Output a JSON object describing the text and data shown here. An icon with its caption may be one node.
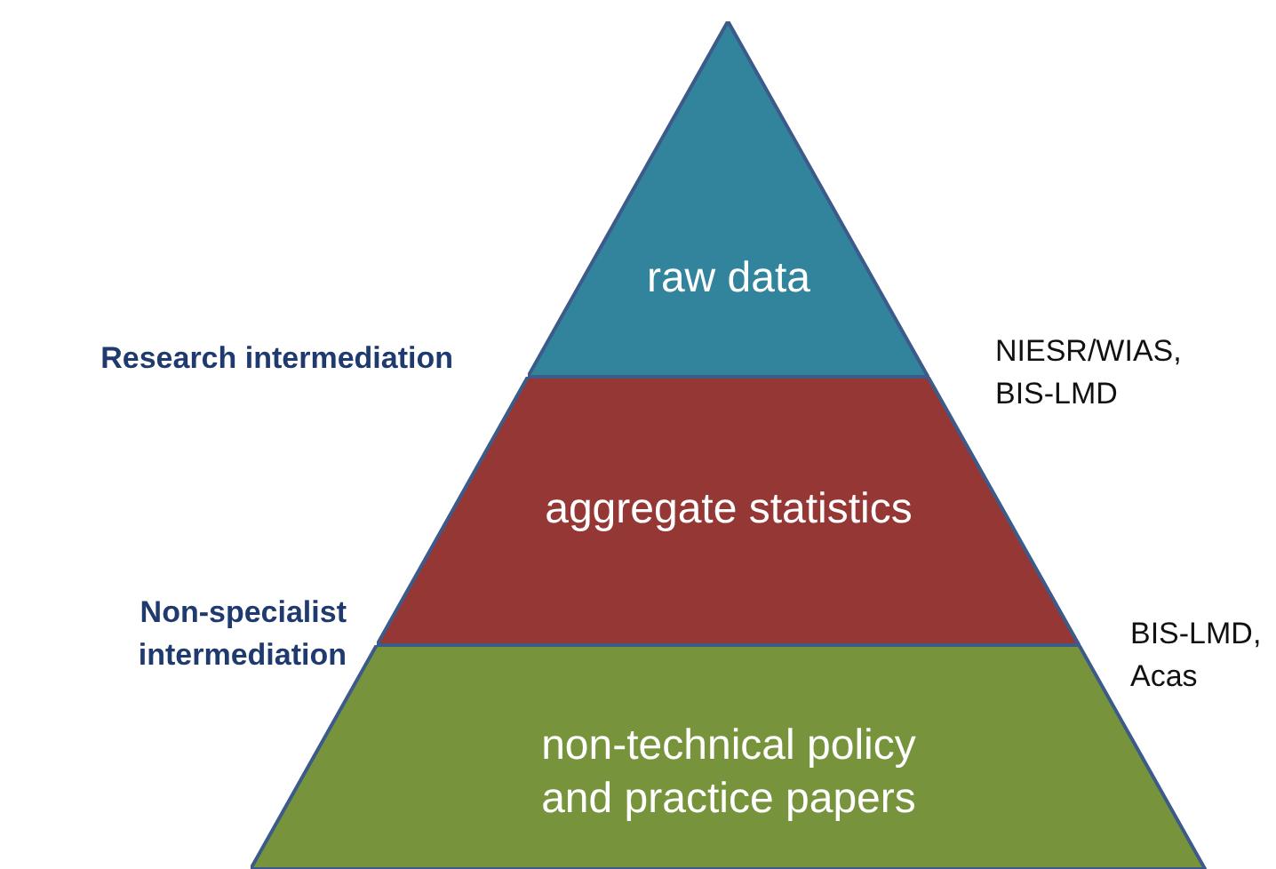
{
  "diagram": {
    "nodes": [
      {
        "text": [
          "raw data"
        ]
      },
      {
        "text": [
          "aggregate statistics"
        ]
      },
      {
        "text": [
          "non-technical policy and practice papers"
        ]
      }
    ],
    "labels": [
      "Research intermediation",
      "NIESR/WIAS, BIS-LMD",
      "Non-specialist intermediation",
      "BIS-LMD, Acas"
    ]
  }
}
